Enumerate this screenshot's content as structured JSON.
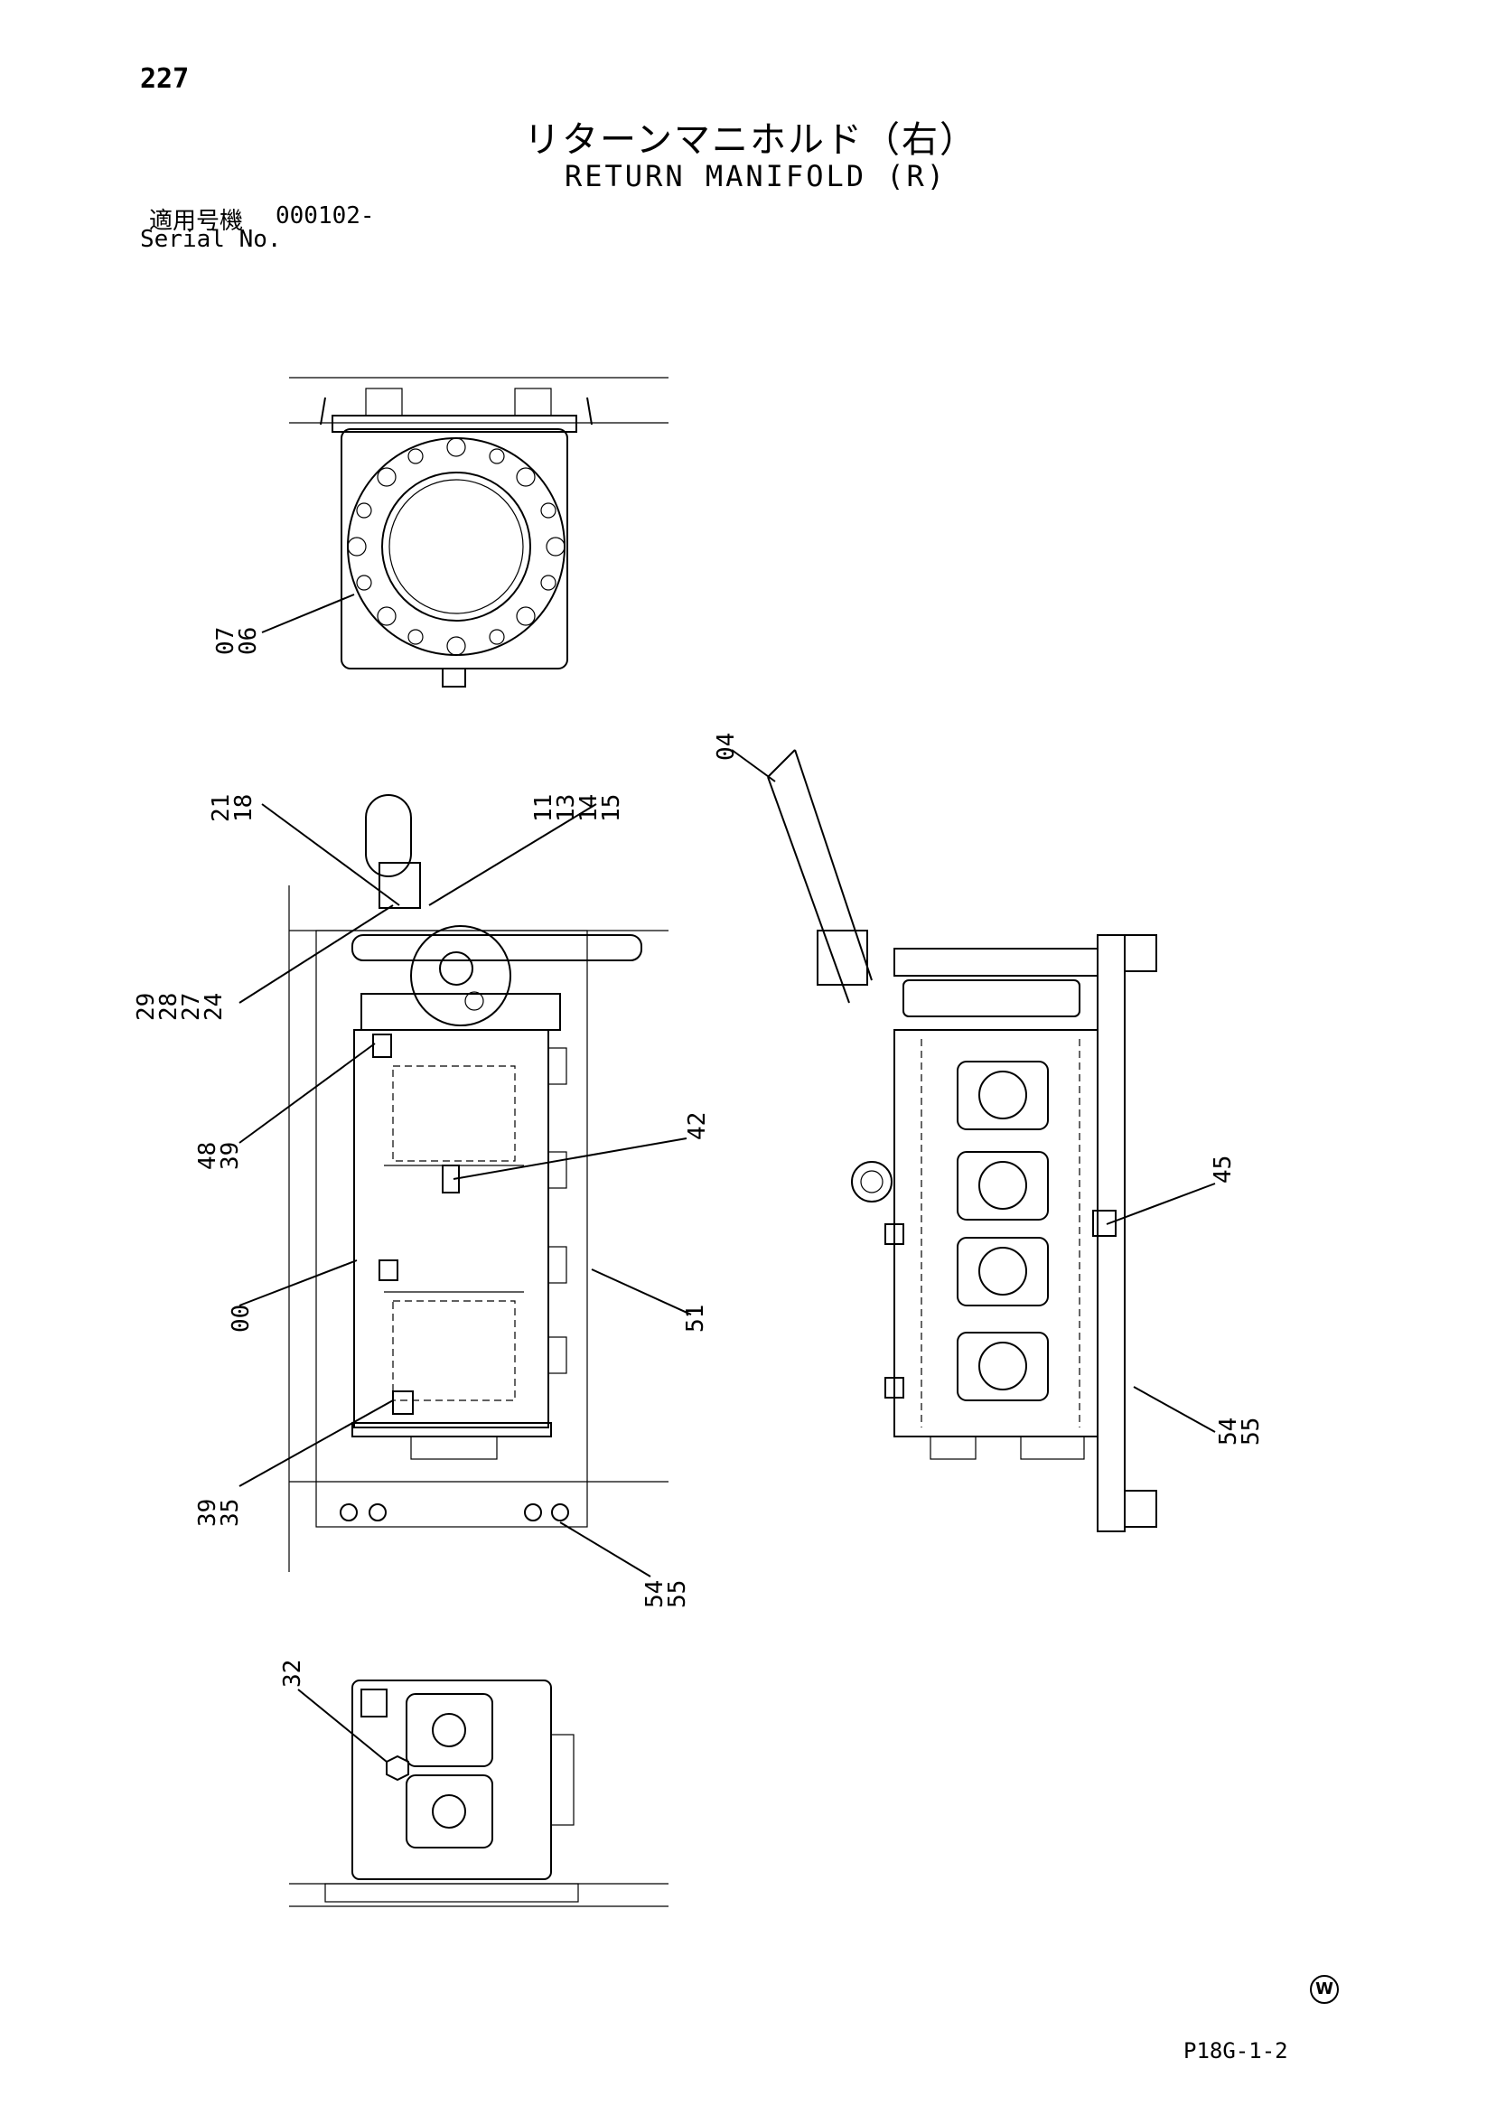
{
  "header": {
    "page_number": "227",
    "title_jp": "リターンマニホルド（右）",
    "title_en": "RETURN MANIFOLD (R)",
    "serial_label_jp": "適用号機",
    "serial_value": "000102-",
    "serial_label_en": "Serial No."
  },
  "footer": {
    "drawing_code": "P18G-1-2",
    "mark": "W"
  },
  "callouts": {
    "c_07_06": [
      "07",
      "06"
    ],
    "c_21_18": [
      "21",
      "18"
    ],
    "c_11_15": [
      "11",
      "13",
      "14",
      "15"
    ],
    "c_29_24": [
      "29",
      "28",
      "27",
      "24"
    ],
    "c_48_39": [
      "48",
      "39"
    ],
    "c_42": [
      "42"
    ],
    "c_00": [
      "00"
    ],
    "c_51": [
      "51"
    ],
    "c_39_35": [
      "39",
      "35"
    ],
    "c_54_55_bottom": [
      "54",
      "55"
    ],
    "c_04": [
      "04"
    ],
    "c_45": [
      "45"
    ],
    "c_54_55_right": [
      "54",
      "55"
    ],
    "c_32": [
      "32"
    ]
  }
}
